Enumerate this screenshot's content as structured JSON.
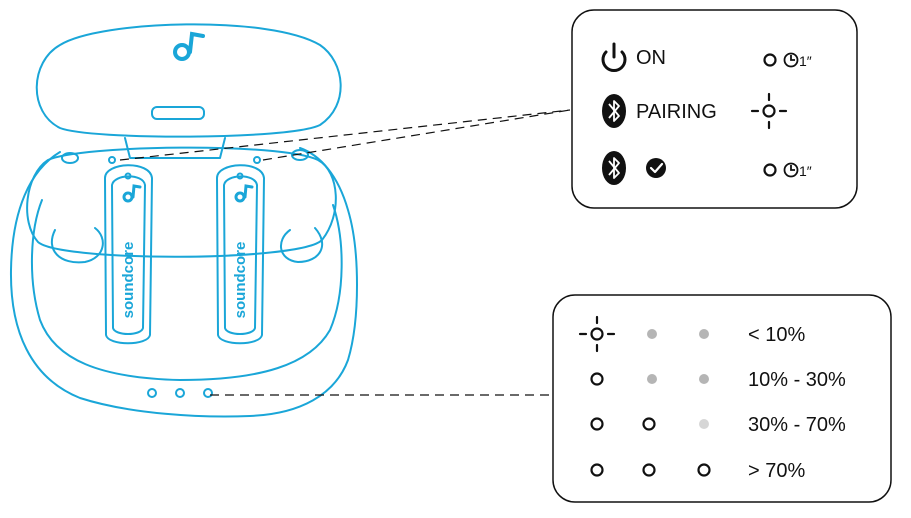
{
  "colors": {
    "accent": "#1aa6d8",
    "ink": "#111111",
    "led_dim": "#b5b5b5",
    "led_faint": "#d6d6d6"
  },
  "status_panel": {
    "rows": [
      {
        "icon": "power-icon",
        "label": "ON",
        "indicator": "led-on-1s",
        "duration": "1″"
      },
      {
        "icon": "bluetooth-icon",
        "label": "PAIRING",
        "indicator": "led-blinking",
        "duration": ""
      },
      {
        "icon": "bluetooth-connected-icon",
        "label": "",
        "indicator": "led-on-1s",
        "duration": "1″"
      }
    ]
  },
  "battery_panel": {
    "rows": [
      {
        "leds": [
          "blinking",
          "off",
          "off"
        ],
        "label": "< 10%"
      },
      {
        "leds": [
          "on",
          "off",
          "off"
        ],
        "label": "10% - 30%"
      },
      {
        "leds": [
          "on",
          "on",
          "faint"
        ],
        "label": "30% - 70%"
      },
      {
        "leds": [
          "on",
          "on",
          "on"
        ],
        "label": "> 70%"
      }
    ]
  },
  "case": {
    "brand_text": "soundcore"
  }
}
